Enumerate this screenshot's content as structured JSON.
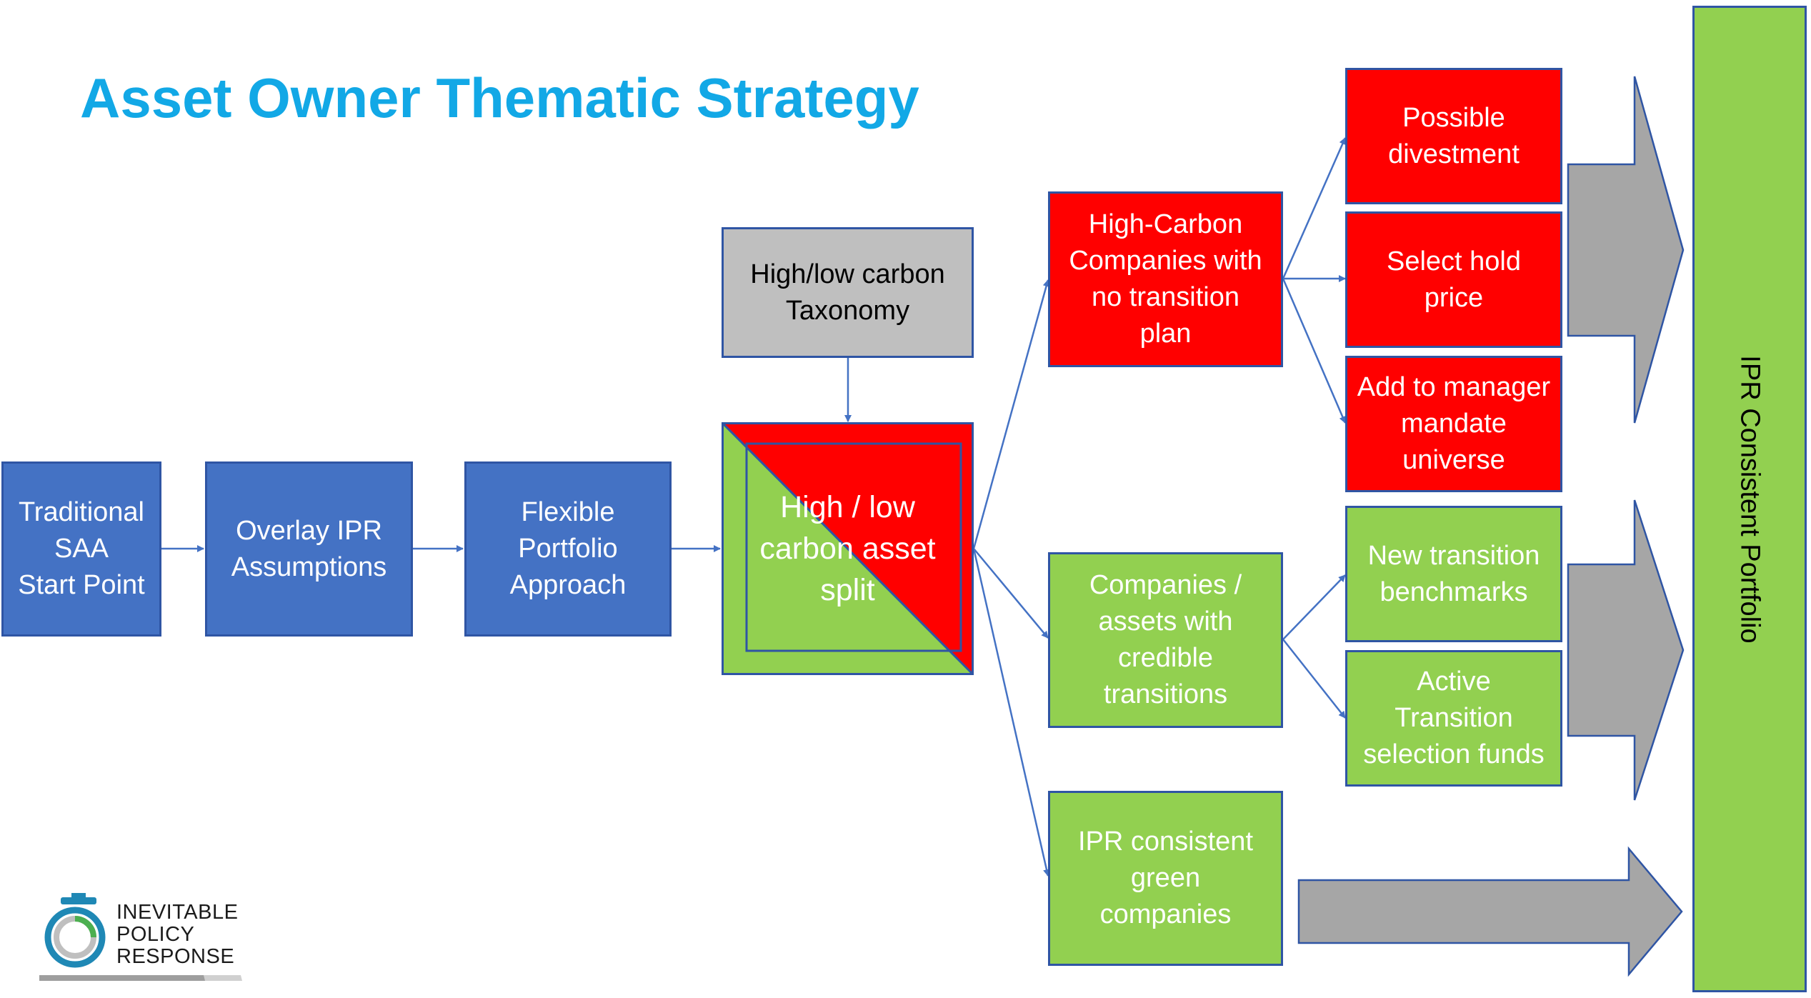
{
  "title": "Asset Owner Thematic Strategy",
  "flow": {
    "start": "Traditional\nSAA\nStart Point",
    "overlay": "Overlay IPR\nAssumptions",
    "flexible": "Flexible\nPortfolio\nApproach",
    "taxonomy": "High/low carbon\nTaxonomy",
    "split": "High / low\ncarbon asset\nsplit"
  },
  "categories": {
    "high_carbon": "High-Carbon\nCompanies with\nno transition\nplan",
    "credible": "Companies /\nassets with\ncredible\ntransitions",
    "green": "IPR consistent\ngreen\ncompanies"
  },
  "actions": {
    "divestment": "Possible\ndivestment",
    "select_hold": "Select hold\nprice",
    "add_manager": "Add to manager\nmandate\nuniverse",
    "new_benchmarks": "New transition\nbenchmarks",
    "active_funds": "Active\nTransition\nselection funds"
  },
  "outcome": "IPR Consistent Portfolio",
  "logo": {
    "line1": "INEVITABLE",
    "line2": "POLICY",
    "line3": "RESPONSE"
  },
  "colors": {
    "title": "#12a8e6",
    "blue": "#4472c4",
    "red": "#ff0000",
    "green": "#92d050",
    "grey": "#bfbfbf",
    "arrow": "#a6a6a6"
  }
}
